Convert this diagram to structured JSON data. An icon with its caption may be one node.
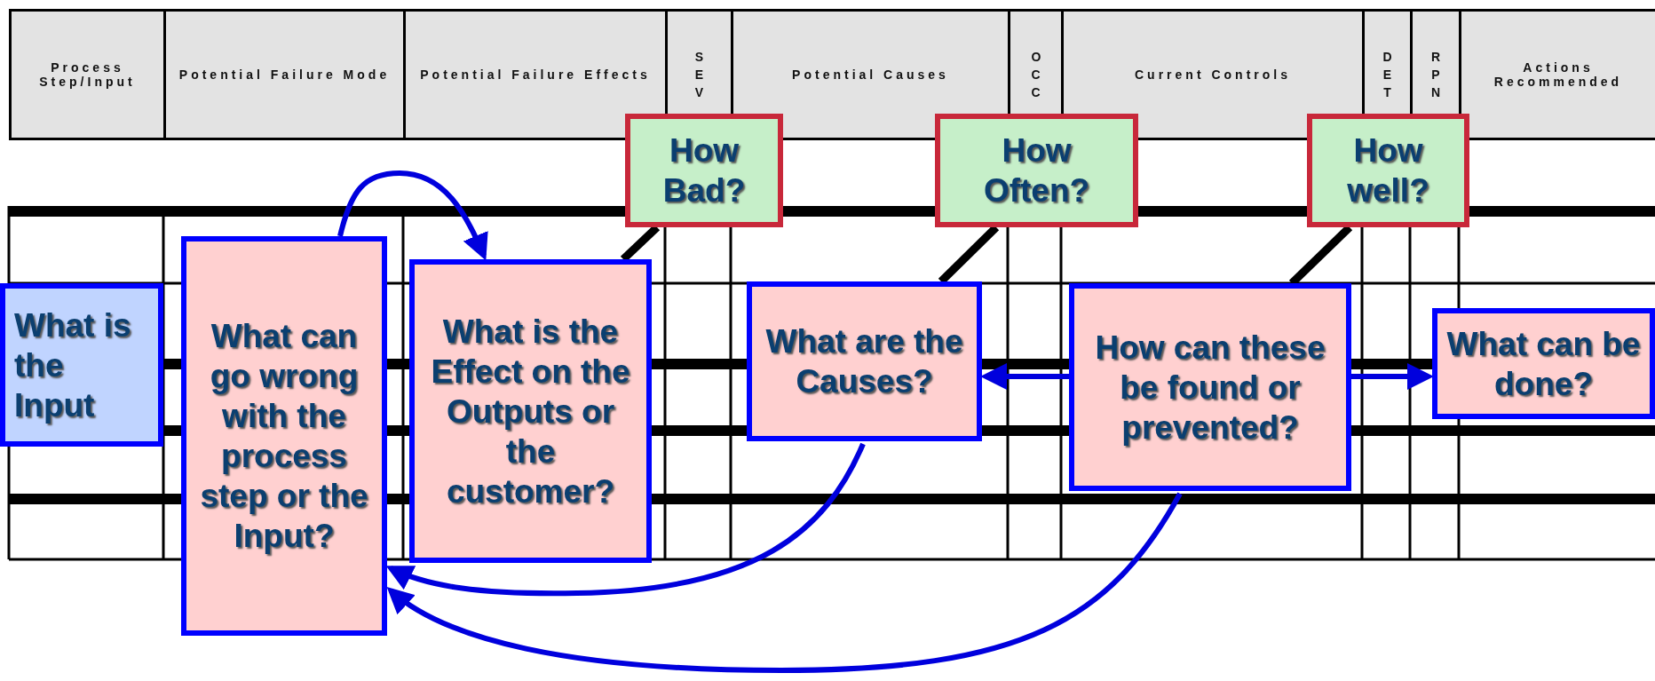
{
  "diagram": {
    "nodes": [
      {
        "text": [
          "What is the Input"
        ]
      },
      {
        "text": [
          "What can go wrong with the process step or the Input?"
        ]
      },
      {
        "text": [
          "What is the Effect on the Outputs or the customer?"
        ]
      },
      {
        "text": [
          "How Bad?"
        ]
      },
      {
        "text": [
          "What are the Causes?"
        ]
      },
      {
        "text": [
          "How Often?"
        ]
      },
      {
        "text": [
          "How can these be found or prevented?"
        ]
      },
      {
        "text": [
          "How well?"
        ]
      },
      {
        "text": [
          "What can be done?"
        ]
      }
    ],
    "edges": [
      {
        "from": 1,
        "to": 2,
        "arrow": "to"
      },
      {
        "from": 3,
        "to": 2,
        "arrow": "none",
        "color": "#000000"
      },
      {
        "from": 5,
        "to": 4,
        "arrow": "none",
        "color": "#000000"
      },
      {
        "from": 7,
        "to": 6,
        "arrow": "none",
        "color": "#000000"
      },
      {
        "from": 6,
        "to": 4,
        "arrow": "to"
      },
      {
        "from": 6,
        "to": 8,
        "arrow": "to"
      },
      {
        "from": 4,
        "to": 1,
        "arrow": "to"
      },
      {
        "from": 6,
        "to": 1,
        "arrow": "to"
      }
    ],
    "labels": [
      "Process Step/Input",
      "Potential Failure Mode",
      "Potential Failure Effects",
      "SEV",
      "Potential Causes",
      "OCC",
      "Current Controls",
      "DET",
      "RPN",
      "Actions Recommended"
    ]
  }
}
